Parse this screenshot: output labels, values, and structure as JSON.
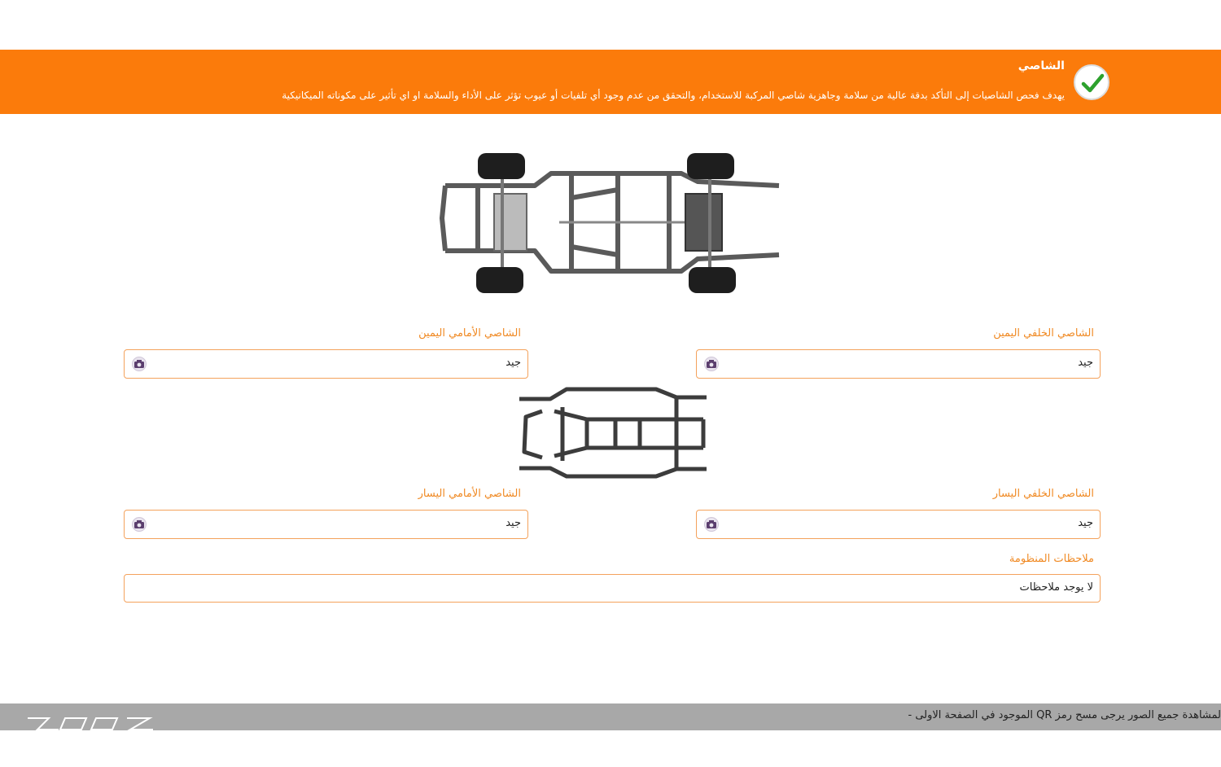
{
  "header": {
    "title": "الشاصي",
    "description": "يهدف فحص الشاصيات إلى التأكد بدقة عالية من سلامة وجاهزية شاصي المركبة للاستخدام، والتحقق من عدم وجود أي تلفيات أو عيوب تؤثر على الأداء والسلامة او اي تأثير على مكوناته الميكانيكية",
    "status_icon": "check-icon"
  },
  "fields": {
    "rear_right": {
      "label": "الشاصي الخلفي اليمين",
      "value": "جيد"
    },
    "front_right": {
      "label": "الشاصي الأمامي اليمين",
      "value": "جيد"
    },
    "rear_left": {
      "label": "الشاصي الخلفي اليسار",
      "value": "جيد"
    },
    "front_left": {
      "label": "الشاصي الأمامي اليسار",
      "value": "جيد"
    }
  },
  "notes": {
    "label": "ملاحظات المنظومة",
    "value": "لا يوجد ملاحظات"
  },
  "footer": {
    "text": "لمشاهدة جميع الصور يرجى مسح رمز QR الموجود في الصفحة الاولى -"
  },
  "colors": {
    "accent": "#fb7b0b",
    "label": "#f08a24",
    "border": "#f4a25c"
  }
}
